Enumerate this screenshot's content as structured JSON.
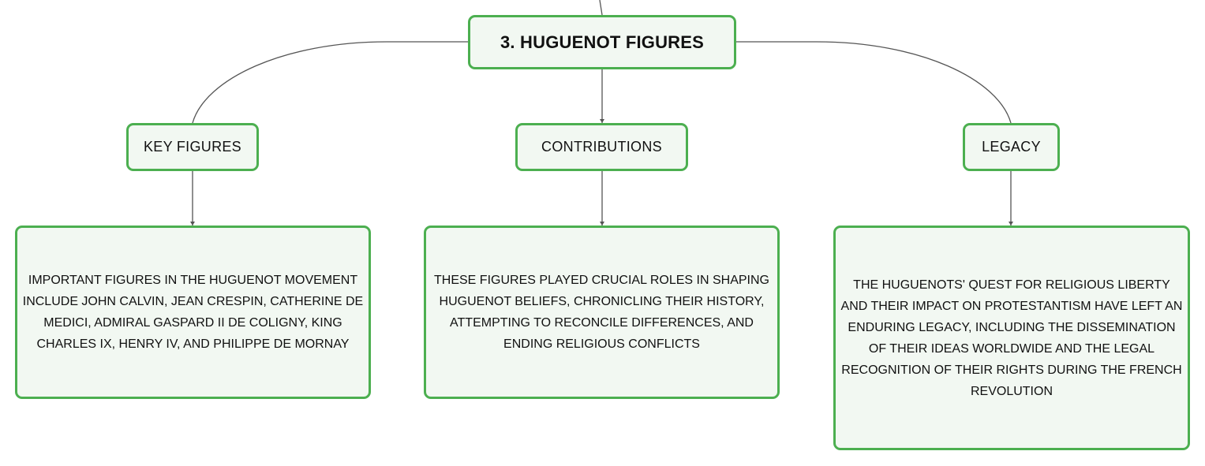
{
  "diagram": {
    "root": {
      "label": "3. HUGUENOT FIGURES"
    },
    "branches": [
      {
        "label": "KEY FIGURES",
        "detail": "IMPORTANT FIGURES IN THE HUGUENOT MOVEMENT INCLUDE JOHN CALVIN, JEAN CRESPIN, CATHERINE DE MEDICI, ADMIRAL GASPARD II DE COLIGNY, KING CHARLES IX, HENRY IV, AND PHILIPPE DE MORNAY"
      },
      {
        "label": "CONTRIBUTIONS",
        "detail": "THESE FIGURES PLAYED CRUCIAL ROLES IN SHAPING HUGUENOT BELIEFS, CHRONICLING THEIR HISTORY, ATTEMPTING TO RECONCILE DIFFERENCES, AND ENDING RELIGIOUS CONFLICTS"
      },
      {
        "label": "LEGACY",
        "detail": "THE HUGUENOTS' QUEST FOR RELIGIOUS LIBERTY AND THEIR IMPACT ON PROTESTANTISM HAVE LEFT AN ENDURING LEGACY, INCLUDING THE DISSEMINATION OF THEIR IDEAS WORLDWIDE AND THE LEGAL RECOGNITION OF THEIR RIGHTS DURING THE FRENCH REVOLUTION"
      }
    ]
  },
  "colors": {
    "node_border": "#4caf50",
    "node_fill": "#f2f8f2",
    "connector": "#555555",
    "text": "#111111"
  }
}
